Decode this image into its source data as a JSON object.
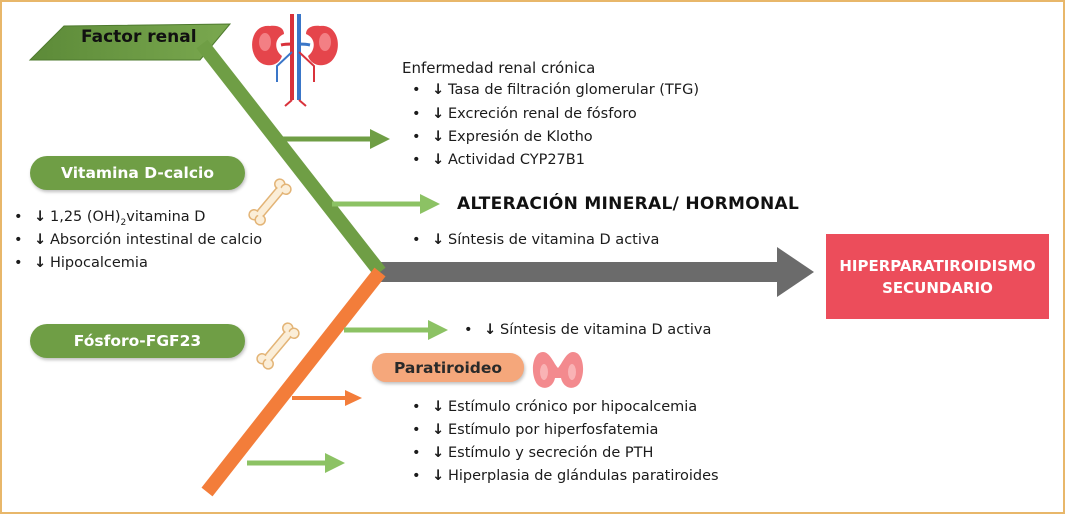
{
  "factor_renal": {
    "label": "Factor renal",
    "heading": "Enfermedad renal crónica",
    "items": [
      {
        "arrow": "↓",
        "text": "Tasa de filtración glomerular (TFG)"
      },
      {
        "arrow": "↓",
        "text": "Excreción renal de fósforo"
      },
      {
        "arrow": "↓",
        "text": "Expresión de Klotho"
      },
      {
        "arrow": "↓",
        "text": "Actividad CYP27B1"
      }
    ]
  },
  "alteracion": {
    "title": "ALTERACIÓN MINERAL/ HORMONAL",
    "item": {
      "arrow": "↓",
      "text": "Síntesis de vitamina D activa"
    }
  },
  "vitamina": {
    "label": "Vitamina D-calcio",
    "item1": {
      "arrow": "↓",
      "prefix": "1,25 (OH)",
      "sub": "2",
      "suffix": "vitamina D"
    },
    "item2": {
      "arrow": "↓",
      "text": "Absorción intestinal de calcio"
    },
    "item3": {
      "arrow": "↓",
      "text": "Hipocalcemia"
    }
  },
  "fosforo": {
    "label": "Fósforo-FGF23",
    "item": {
      "arrow": "↓",
      "text": "Síntesis de vitamina D activa"
    }
  },
  "paratiroideo": {
    "label": "Paratiroideo",
    "items": [
      {
        "arrow": "↓",
        "text": "Estímulo crónico por hipocalcemia"
      },
      {
        "arrow": "↓",
        "text": "Estímulo por hiperfosfatemia"
      },
      {
        "arrow": "↓",
        "text": "Estímulo y secreción de PTH"
      },
      {
        "arrow": "↓",
        "text": "Hiperplasia de glándulas paratiroides"
      }
    ]
  },
  "result": {
    "line1": "HIPERPARATIROIDISMO",
    "line2": "SECUNDARIO"
  },
  "bullet_char": "•",
  "icons": [
    "kidney-icon",
    "bone-icon",
    "thyroid-icon"
  ],
  "colors": {
    "green": "#6f9e45",
    "light_green": "#8cc264",
    "orange": "#f37d3a",
    "gray": "#6b6b6b",
    "red": "#ec4d5b",
    "salmon": "#f5a77b",
    "border": "#e8b76a"
  }
}
